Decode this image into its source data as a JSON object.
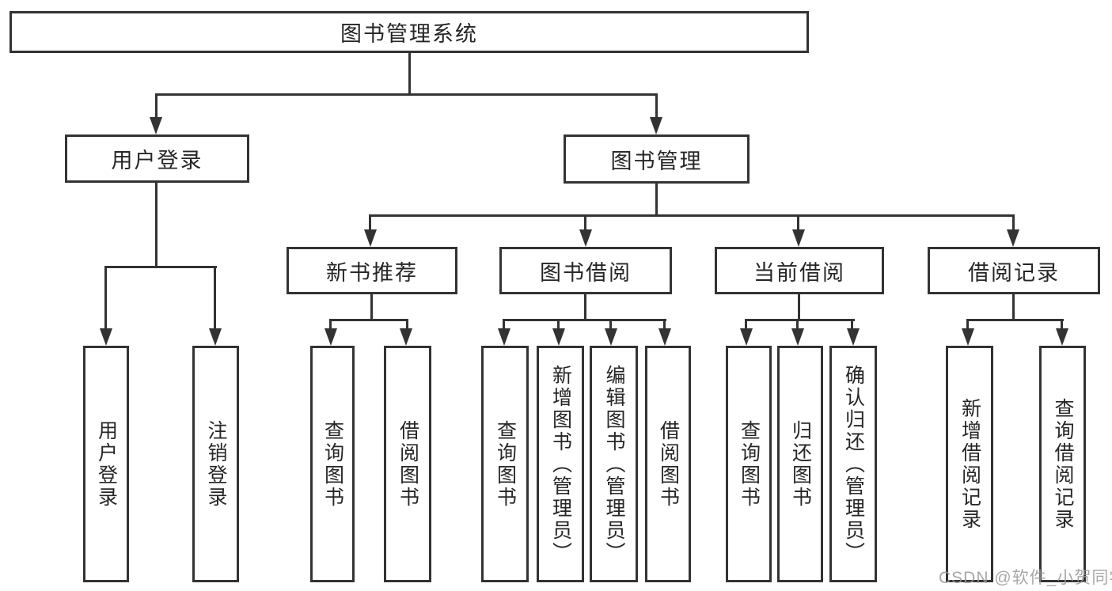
{
  "diagram": {
    "root": "图书管理系统",
    "level2": {
      "user_login": "用户登录",
      "book_mgmt": "图书管理"
    },
    "level3": {
      "new_book": "新书推荐",
      "borrow": "图书借阅",
      "current": "当前借阅",
      "records": "借阅记录"
    },
    "leaves": {
      "user_login": [
        "用户登录",
        "注销登录"
      ],
      "new_book": [
        "查询图书",
        "借阅图书"
      ],
      "borrow": [
        "查询图书",
        "新增图书（管理员）",
        "编辑图书（管理员）",
        "借阅图书"
      ],
      "current": [
        "查询图书",
        "归还图书",
        "确认归还（管理员）"
      ],
      "records": [
        "新增借阅记录",
        "查询借阅记录"
      ]
    }
  },
  "watermark": "CSDN @软件_小贺同学",
  "colors": {
    "line": "#333333",
    "text": "#262626",
    "background": "#ffffff",
    "watermark": "#9a9a9a"
  }
}
